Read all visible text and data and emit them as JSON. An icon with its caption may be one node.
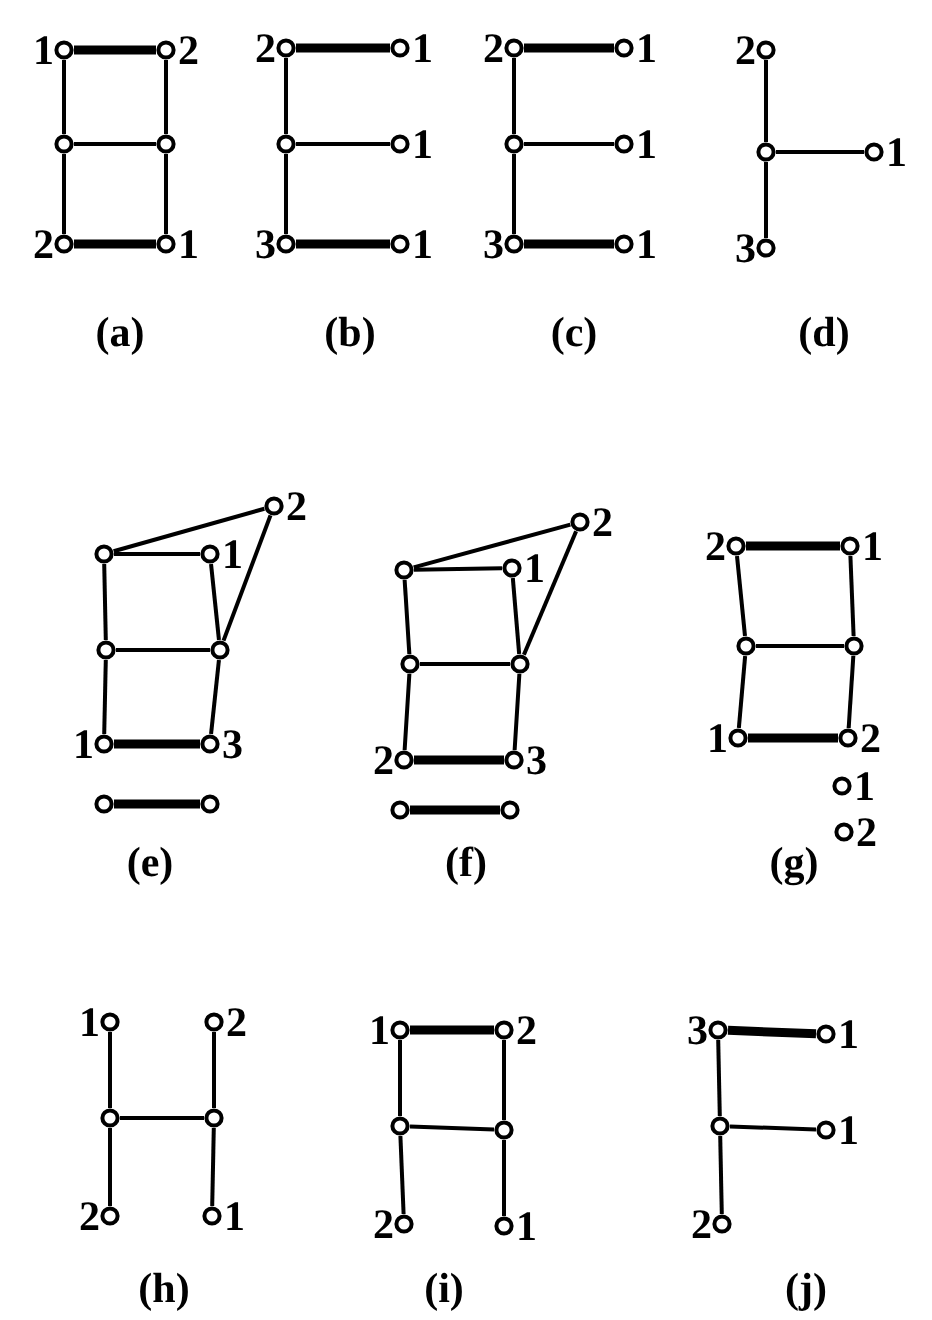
{
  "diagram": {
    "nodes": [
      {
        "text": [],
        "shape": "circle",
        "beside": [
          "1"
        ]
      },
      {
        "text": [],
        "shape": "circle",
        "beside": [
          "2"
        ]
      },
      {
        "text": [],
        "shape": "circle"
      },
      {
        "text": [],
        "shape": "circle"
      },
      {
        "text": [],
        "shape": "circle",
        "beside": [
          "2"
        ]
      },
      {
        "text": [],
        "shape": "circle",
        "beside": [
          "1"
        ]
      },
      {
        "text": [],
        "shape": "circle",
        "beside": [
          "2"
        ]
      },
      {
        "text": [],
        "shape": "circle",
        "beside": [
          "1"
        ]
      },
      {
        "text": [],
        "shape": "circle"
      },
      {
        "text": [],
        "shape": "circle",
        "beside": [
          "1"
        ]
      },
      {
        "text": [],
        "shape": "circle",
        "beside": [
          "3"
        ]
      },
      {
        "text": [],
        "shape": "circle",
        "beside": [
          "1"
        ]
      },
      {
        "text": [],
        "shape": "circle",
        "beside": [
          "2"
        ]
      },
      {
        "text": [],
        "shape": "circle",
        "beside": [
          "1"
        ]
      },
      {
        "text": [],
        "shape": "circle"
      },
      {
        "text": [],
        "shape": "circle",
        "beside": [
          "1"
        ]
      },
      {
        "text": [],
        "shape": "circle",
        "beside": [
          "3"
        ]
      },
      {
        "text": [],
        "shape": "circle",
        "beside": [
          "1"
        ]
      },
      {
        "text": [],
        "shape": "circle",
        "beside": [
          "2"
        ]
      },
      {
        "text": [],
        "shape": "circle"
      },
      {
        "text": [],
        "shape": "circle",
        "beside": [
          "1"
        ]
      },
      {
        "text": [],
        "shape": "circle",
        "beside": [
          "3"
        ]
      },
      {
        "text": [],
        "shape": "circle",
        "beside": [
          "2"
        ]
      },
      {
        "text": [],
        "shape": "circle"
      },
      {
        "text": [],
        "shape": "circle",
        "beside": [
          "1"
        ]
      },
      {
        "text": [],
        "shape": "circle"
      },
      {
        "text": [],
        "shape": "circle"
      },
      {
        "text": [],
        "shape": "circle",
        "beside": [
          "1"
        ]
      },
      {
        "text": [],
        "shape": "circle",
        "beside": [
          "3"
        ]
      },
      {
        "text": [],
        "shape": "circle"
      },
      {
        "text": [],
        "shape": "circle"
      },
      {
        "text": [],
        "shape": "circle",
        "beside": [
          "2"
        ]
      },
      {
        "text": [],
        "shape": "circle"
      },
      {
        "text": [],
        "shape": "circle",
        "beside": [
          "1"
        ]
      },
      {
        "text": [],
        "shape": "circle"
      },
      {
        "text": [],
        "shape": "circle"
      },
      {
        "text": [],
        "shape": "circle",
        "beside": [
          "2"
        ]
      },
      {
        "text": [],
        "shape": "circle",
        "beside": [
          "3"
        ]
      },
      {
        "text": [],
        "shape": "circle"
      },
      {
        "text": [],
        "shape": "circle"
      },
      {
        "text": [],
        "shape": "circle",
        "beside": [
          "2"
        ]
      },
      {
        "text": [],
        "shape": "circle",
        "beside": [
          "1"
        ]
      },
      {
        "text": [],
        "shape": "circle"
      },
      {
        "text": [],
        "shape": "circle"
      },
      {
        "text": [],
        "shape": "circle",
        "beside": [
          "1"
        ]
      },
      {
        "text": [],
        "shape": "circle",
        "beside": [
          "2"
        ]
      },
      {
        "text": [],
        "shape": "circle",
        "beside": [
          "1"
        ]
      },
      {
        "text": [],
        "shape": "circle",
        "beside": [
          "2"
        ]
      },
      {
        "text": [],
        "shape": "circle",
        "beside": [
          "1"
        ]
      },
      {
        "text": [],
        "shape": "circle",
        "beside": [
          "2"
        ]
      },
      {
        "text": [],
        "shape": "circle"
      },
      {
        "text": [],
        "shape": "circle"
      },
      {
        "text": [],
        "shape": "circle",
        "beside": [
          "2"
        ]
      },
      {
        "text": [],
        "shape": "circle",
        "beside": [
          "1"
        ]
      },
      {
        "text": [],
        "shape": "circle",
        "beside": [
          "1"
        ]
      },
      {
        "text": [],
        "shape": "circle",
        "beside": [
          "2"
        ]
      },
      {
        "text": [],
        "shape": "circle"
      },
      {
        "text": [],
        "shape": "circle"
      },
      {
        "text": [],
        "shape": "circle",
        "beside": [
          "2"
        ]
      },
      {
        "text": [],
        "shape": "circle",
        "beside": [
          "1"
        ]
      },
      {
        "text": [],
        "shape": "circle",
        "beside": [
          "3"
        ]
      },
      {
        "text": [],
        "shape": "circle",
        "beside": [
          "1"
        ]
      },
      {
        "text": [],
        "shape": "circle"
      },
      {
        "text": [],
        "shape": "circle",
        "beside": [
          "1"
        ]
      },
      {
        "text": [],
        "shape": "circle",
        "beside": [
          "2"
        ]
      }
    ],
    "edges": [
      {
        "from": 0,
        "to": 1,
        "arrow": "none",
        "style": "thick"
      },
      {
        "from": 0,
        "to": 2,
        "arrow": "none"
      },
      {
        "from": 1,
        "to": 3,
        "arrow": "none"
      },
      {
        "from": 2,
        "to": 3,
        "arrow": "none"
      },
      {
        "from": 2,
        "to": 4,
        "arrow": "none"
      },
      {
        "from": 3,
        "to": 5,
        "arrow": "none"
      },
      {
        "from": 4,
        "to": 5,
        "arrow": "none",
        "style": "thick"
      },
      {
        "from": 6,
        "to": 7,
        "arrow": "none",
        "style": "thick"
      },
      {
        "from": 6,
        "to": 8,
        "arrow": "none"
      },
      {
        "from": 8,
        "to": 9,
        "arrow": "none"
      },
      {
        "from": 8,
        "to": 10,
        "arrow": "none"
      },
      {
        "from": 10,
        "to": 11,
        "arrow": "none",
        "style": "thick"
      },
      {
        "from": 12,
        "to": 13,
        "arrow": "none",
        "style": "thick"
      },
      {
        "from": 12,
        "to": 14,
        "arrow": "none"
      },
      {
        "from": 14,
        "to": 15,
        "arrow": "none"
      },
      {
        "from": 14,
        "to": 16,
        "arrow": "none"
      },
      {
        "from": 16,
        "to": 17,
        "arrow": "none",
        "style": "thick"
      },
      {
        "from": 18,
        "to": 19,
        "arrow": "none"
      },
      {
        "from": 19,
        "to": 20,
        "arrow": "none"
      },
      {
        "from": 19,
        "to": 21,
        "arrow": "none"
      },
      {
        "from": 23,
        "to": 22,
        "arrow": "none"
      },
      {
        "from": 23,
        "to": 24,
        "arrow": "none"
      },
      {
        "from": 22,
        "to": 26,
        "arrow": "none"
      },
      {
        "from": 23,
        "to": 25,
        "arrow": "none"
      },
      {
        "from": 24,
        "to": 26,
        "arrow": "none"
      },
      {
        "from": 25,
        "to": 26,
        "arrow": "none"
      },
      {
        "from": 25,
        "to": 27,
        "arrow": "none"
      },
      {
        "from": 26,
        "to": 28,
        "arrow": "none"
      },
      {
        "from": 27,
        "to": 28,
        "arrow": "none",
        "style": "thick"
      },
      {
        "from": 29,
        "to": 30,
        "arrow": "none",
        "style": "thick"
      },
      {
        "from": 32,
        "to": 31,
        "arrow": "none"
      },
      {
        "from": 32,
        "to": 33,
        "arrow": "none"
      },
      {
        "from": 31,
        "to": 35,
        "arrow": "none"
      },
      {
        "from": 32,
        "to": 34,
        "arrow": "none"
      },
      {
        "from": 33,
        "to": 35,
        "arrow": "none"
      },
      {
        "from": 34,
        "to": 35,
        "arrow": "none"
      },
      {
        "from": 34,
        "to": 36,
        "arrow": "none"
      },
      {
        "from": 35,
        "to": 37,
        "arrow": "none"
      },
      {
        "from": 36,
        "to": 37,
        "arrow": "none",
        "style": "thick"
      },
      {
        "from": 38,
        "to": 39,
        "arrow": "none",
        "style": "thick"
      },
      {
        "from": 40,
        "to": 41,
        "arrow": "none",
        "style": "thick"
      },
      {
        "from": 40,
        "to": 42,
        "arrow": "none"
      },
      {
        "from": 41,
        "to": 43,
        "arrow": "none"
      },
      {
        "from": 42,
        "to": 43,
        "arrow": "none"
      },
      {
        "from": 42,
        "to": 44,
        "arrow": "none"
      },
      {
        "from": 43,
        "to": 45,
        "arrow": "none"
      },
      {
        "from": 44,
        "to": 45,
        "arrow": "none",
        "style": "thick"
      },
      {
        "from": 48,
        "to": 50,
        "arrow": "none"
      },
      {
        "from": 49,
        "to": 51,
        "arrow": "none"
      },
      {
        "from": 50,
        "to": 51,
        "arrow": "none"
      },
      {
        "from": 50,
        "to": 52,
        "arrow": "none"
      },
      {
        "from": 51,
        "to": 53,
        "arrow": "none"
      },
      {
        "from": 54,
        "to": 55,
        "arrow": "none",
        "style": "thick"
      },
      {
        "from": 54,
        "to": 56,
        "arrow": "none"
      },
      {
        "from": 55,
        "to": 57,
        "arrow": "none"
      },
      {
        "from": 56,
        "to": 57,
        "arrow": "none"
      },
      {
        "from": 56,
        "to": 58,
        "arrow": "none"
      },
      {
        "from": 57,
        "to": 59,
        "arrow": "none"
      },
      {
        "from": 60,
        "to": 61,
        "arrow": "none",
        "style": "thick"
      },
      {
        "from": 60,
        "to": 62,
        "arrow": "none"
      },
      {
        "from": 62,
        "to": 63,
        "arrow": "none"
      },
      {
        "from": 62,
        "to": 64,
        "arrow": "none"
      }
    ],
    "labels": [
      "(a)",
      "(b)",
      "(c)",
      "(d)",
      "(e)",
      "(f)",
      "(g)",
      "(h)",
      "(i)",
      "(j)"
    ]
  }
}
